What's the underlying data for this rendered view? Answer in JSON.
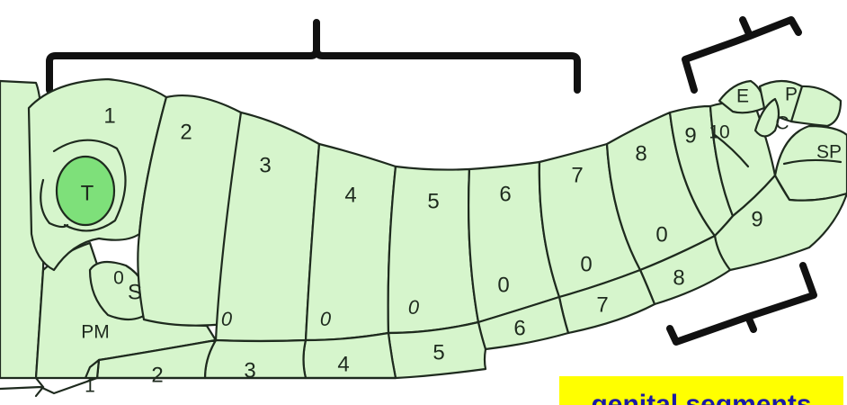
{
  "diagram": {
    "terga_labels": [
      "1",
      "2",
      "3",
      "4",
      "5",
      "6",
      "7",
      "8",
      "9",
      "10"
    ],
    "sterna_labels": [
      "1",
      "2",
      "3",
      "4",
      "5",
      "6",
      "7",
      "8",
      "9"
    ],
    "spiracle_labels": [
      "0",
      "0",
      "0",
      "0",
      "0",
      "0",
      "0"
    ],
    "structure_labels": {
      "tympanum": "T",
      "pleural_membrane": "PM",
      "spiracle_s": "S",
      "spiracle_0": "0",
      "epiproct": "E",
      "paraproct": "P",
      "cercus": "C",
      "subgenital_plate": "SP"
    },
    "caption": "genital segments",
    "colors": {
      "segment_fill": "#d6f5cc",
      "tympanum_fill": "#7ee07a",
      "outline": "#1e2a1e",
      "caption_bg": "#ffff00",
      "caption_text": "#1a1aa6"
    }
  }
}
